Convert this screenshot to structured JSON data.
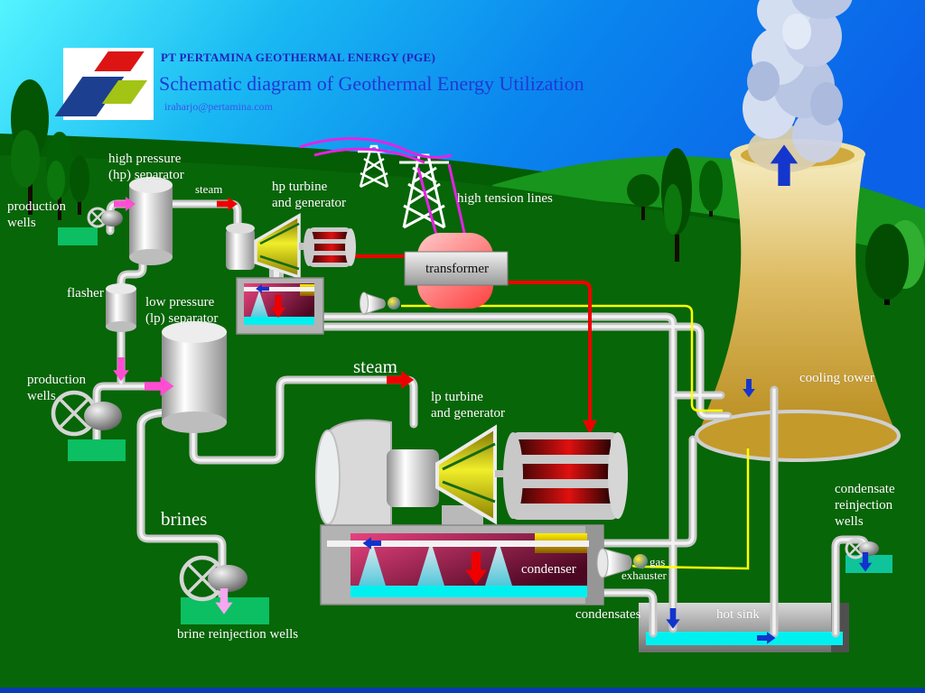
{
  "header": {
    "company": "PT PERTAMINA GEOTHERMAL ENERGY (PGE)",
    "title": "Schematic diagram of Geothermal Energy Utilization",
    "email": "iraharjo@pertamina.com"
  },
  "labels": {
    "production_wells_top": "production\nwells",
    "hp_separator": "high pressure\n(hp) separator",
    "steam_hp": "steam",
    "hp_turbine": "hp turbine\nand generator",
    "high_tension_lines": "high tension lines",
    "transformer": "transformer",
    "flasher": "flasher",
    "lp_separator": "low pressure\n(lp) separator",
    "production_wells_mid": "production\nwells",
    "steam_lp": "steam",
    "lp_turbine": "lp turbine\nand generator",
    "cooling_tower": "cooling tower",
    "brines": "brines",
    "condenser": "condenser",
    "gas": "gas",
    "exhauster": "exhauster",
    "condensates": "condensates",
    "hot_sink": "hot sink",
    "brine_reinjection_wells": "brine reinjection wells",
    "condensate_reinjection_wells": "condensate\nreinjection\nwells"
  },
  "colors": {
    "sky_left": "#4ef3ff",
    "sky_right": "#0b62e8",
    "ground": "#076607",
    "pad_green": "#0bbf62",
    "pad_teal": "#0fc49a",
    "pipe_gray": "#c6c6c6",
    "power_red": "#ee0000",
    "gas_yellow": "#ffff00",
    "wire_magenta": "#ee22ee",
    "flow_magenta": "#ff4dd2",
    "water_cyan": "#00f0f0",
    "tower_tan": "#d9b558",
    "condenser_magenta": "#e8437f"
  }
}
